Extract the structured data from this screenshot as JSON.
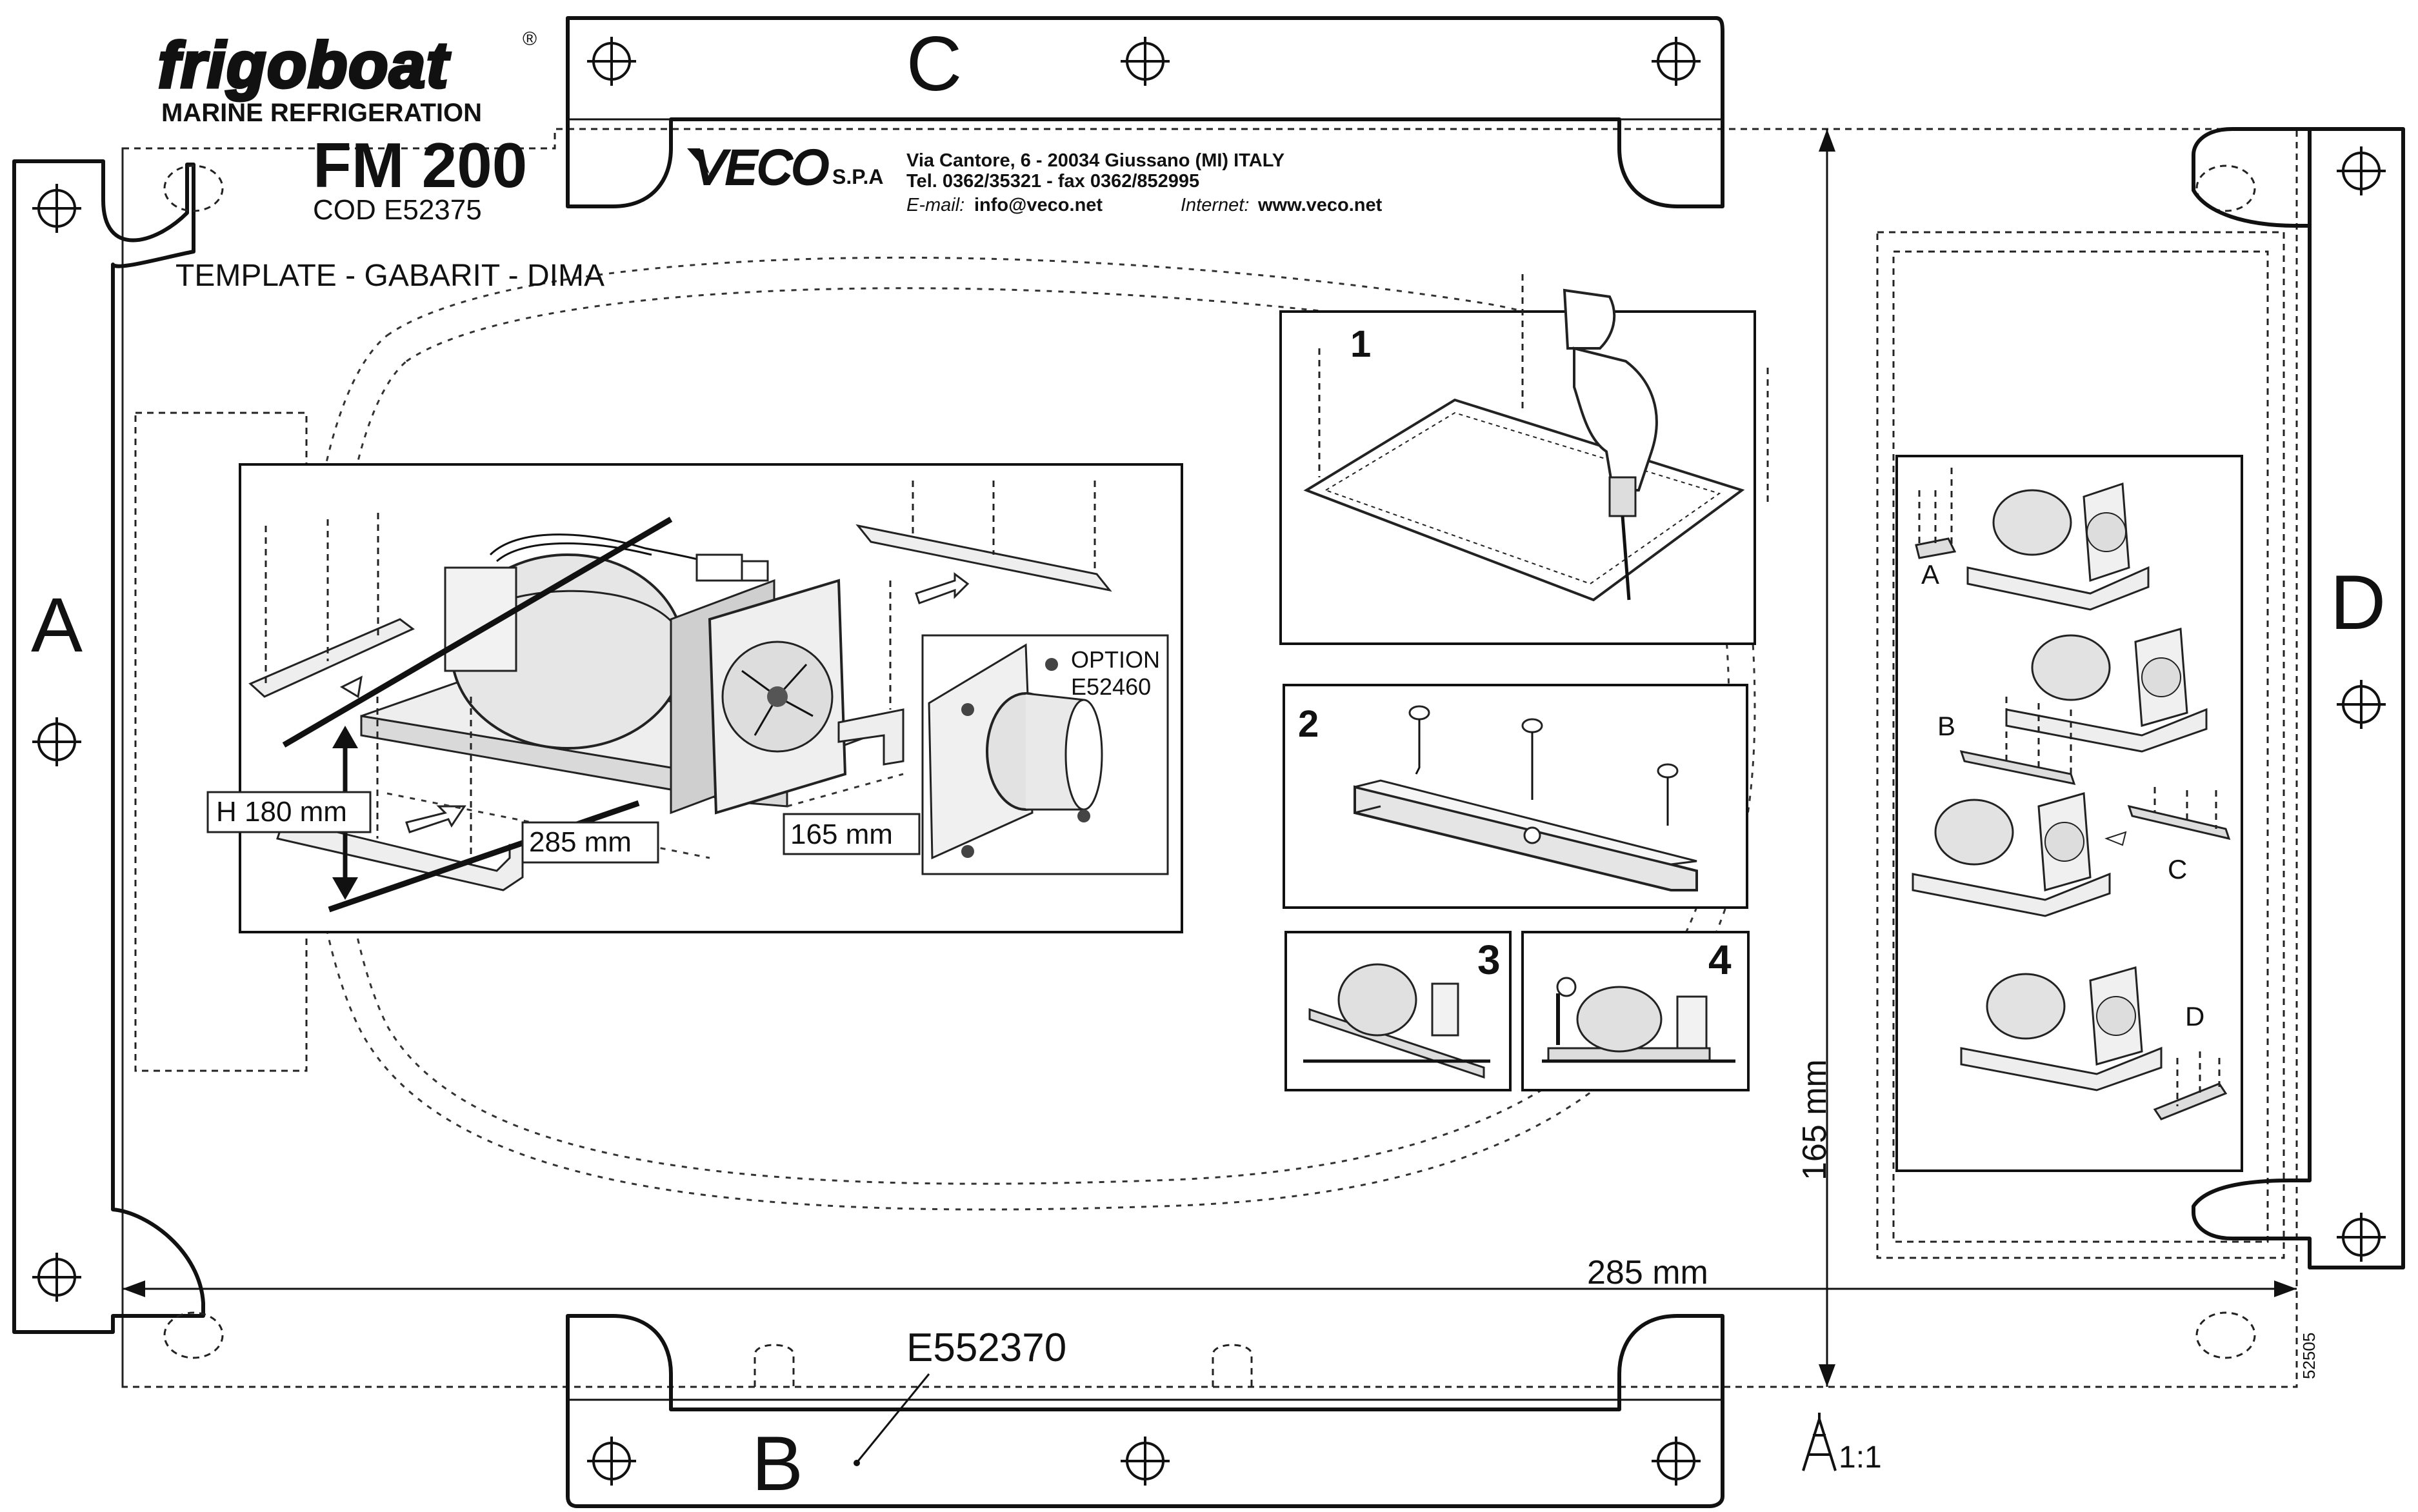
{
  "brand": {
    "logo": "frigoboat",
    "registered": "®",
    "tagline": "MARINE REFRIGERATION"
  },
  "product": {
    "model": "FM 200",
    "code": "COD E52375",
    "template_label": "TEMPLATE - GABARIT - DIMA"
  },
  "manufacturer": {
    "name_main": "VECO",
    "name_suffix": "S.P.A",
    "address": "Via Cantore, 6 - 20034 Giussano (MI) ITALY",
    "phone_fax": "Tel. 0362/35321 -  fax 0362/852995",
    "email_label": "E-mail:",
    "email": "info@veco.net",
    "internet_label": "Internet:",
    "website": "www.veco.net"
  },
  "brackets": {
    "a": "A",
    "b": "B",
    "c": "C",
    "d": "D"
  },
  "bracket_code": "E552370",
  "main_illustration": {
    "height_label": "H 180 mm",
    "length_label": "285 mm",
    "width_label": "165 mm",
    "option_label": "OPTION",
    "option_code": "E52460"
  },
  "steps": {
    "step1": "1",
    "step2": "2",
    "step3": "3",
    "step4": "4"
  },
  "sequence_labels": {
    "a": "A",
    "b": "B",
    "c": "C",
    "d": "D"
  },
  "dimensions": {
    "horizontal": "285 mm",
    "vertical": "165 mm"
  },
  "scale": "1:1",
  "doc_number": "52505"
}
